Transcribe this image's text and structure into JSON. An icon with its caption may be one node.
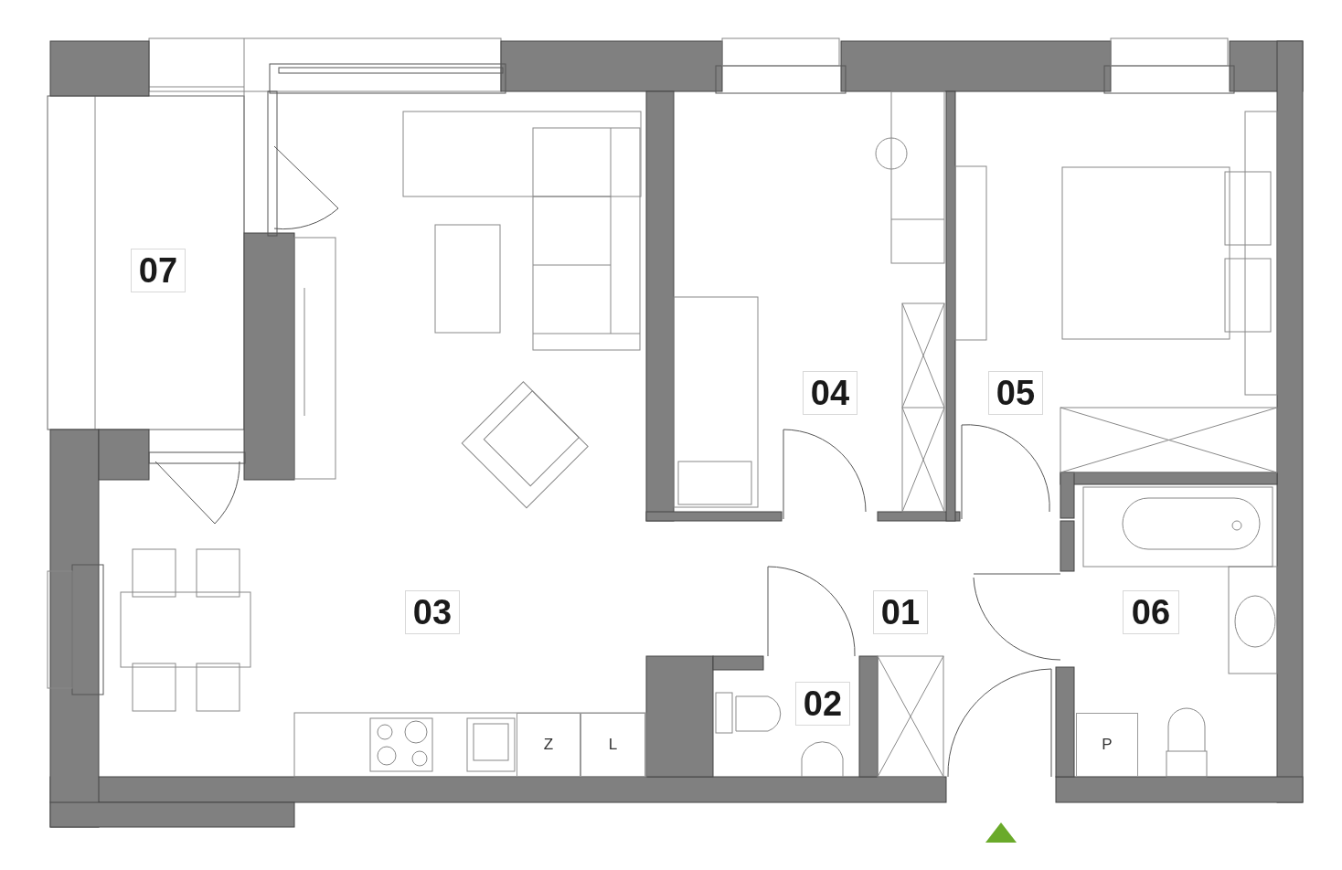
{
  "diagram": {
    "nodes": [
      {
        "text": [
          "07"
        ]
      },
      {
        "text": [
          "04"
        ]
      },
      {
        "text": [
          "05"
        ]
      },
      {
        "text": [
          "03"
        ]
      },
      {
        "text": [
          "01"
        ]
      },
      {
        "text": [
          "06"
        ]
      },
      {
        "text": [
          "02"
        ]
      },
      {
        "text": [
          "Z"
        ]
      },
      {
        "text": [
          "L"
        ]
      },
      {
        "text": [
          "P"
        ]
      }
    ]
  }
}
